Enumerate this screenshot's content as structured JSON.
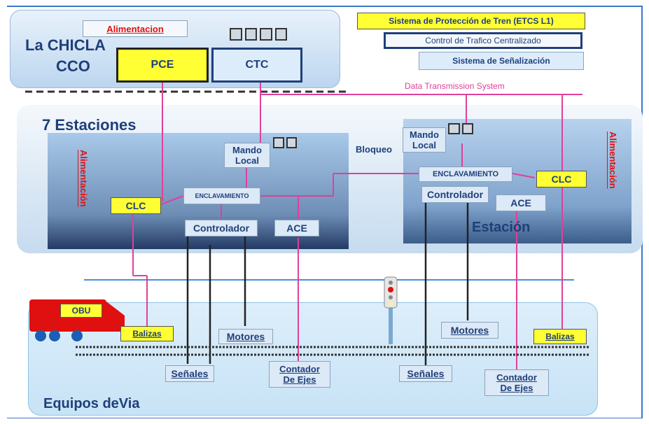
{
  "cco": {
    "name_line1": "La CHICLA",
    "name_line2": "CCO",
    "alimentacion": "Alimentacion",
    "pce": "PCE",
    "ctc": "CTC"
  },
  "legend": {
    "etcs": "Sistema de Protección de Tren (ETCS L1)",
    "control": "Control de Trafico Centralizado",
    "senalizacion": "Sistema de Señalización"
  },
  "dts_label": "Data Transmission System",
  "estaciones": {
    "title": "7 Estaciones",
    "alimentacion": "Alimentación",
    "mando_local_1": "Mando",
    "mando_local_2": "Local",
    "enclavamiento": "ENCLAVAMIENTO",
    "clc": "CLC",
    "controlador": "Controlador",
    "ace": "ACE"
  },
  "bloqueo": "Bloqueo",
  "estacion": {
    "title": "Estación",
    "mando_local_1": "Mando",
    "mando_local_2": "Local",
    "enclavamiento": "ENCLAVAMIENTO",
    "clc": "CLC",
    "controlador": "Controlador",
    "ace": "ACE",
    "alimentacion": "Alimentación"
  },
  "via": {
    "title": "Equipos deVia",
    "obu": "OBU",
    "balizas_left": "Balizas",
    "motores_left": "Motores",
    "senales_left": "Señales",
    "contador_left_1": "Contador",
    "contador_left_2": "De Ejes",
    "senales_right": "Señales",
    "motores_right": "Motores",
    "balizas_right": "Balizas",
    "contador_right_1": "Contador",
    "contador_right_2": "De Ejes"
  },
  "colors": {
    "pink_link": "#e0409a",
    "dark_link": "#222222",
    "title_blue": "#1f3f7a",
    "alarm_red": "#e01010"
  }
}
